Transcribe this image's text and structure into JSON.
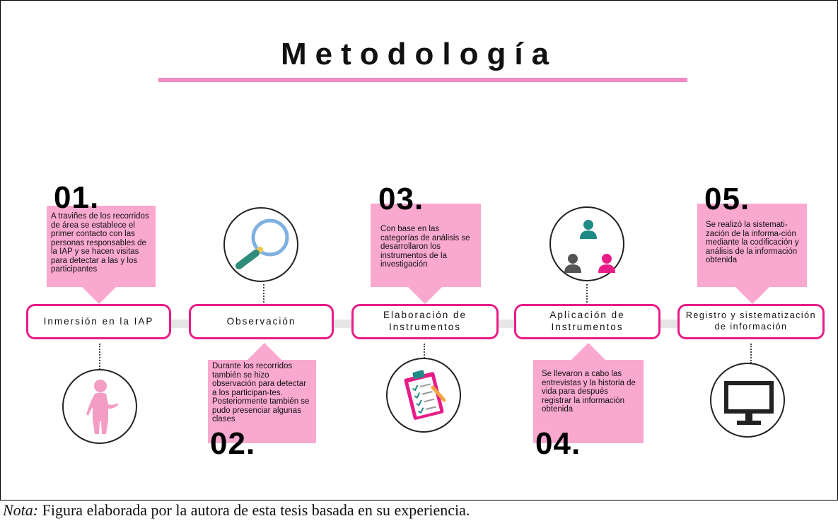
{
  "title": "Metodología",
  "steps": [
    {
      "number": "01.",
      "label": "Inmersión en la IAP",
      "text": "A traviñes de los recorridos de área se establece el primer contacto con las personas responsables de la IAP y se hacen visitas para detectar a las y los participantes",
      "icon": "person-icon"
    },
    {
      "number": "02.",
      "label": "Observación",
      "text": "Durante los recorridos también se hizo observación para detectar a los participan-tes. Posteriormente también se pudo presenciar algunas clases",
      "icon": "magnifier-icon"
    },
    {
      "number": "03.",
      "label": "Elaboración de\nInstrumentos",
      "text": "Con base en las categorías de análisis se desarrollaron los instrumentos de la investigación",
      "icon": "clipboard-icon"
    },
    {
      "number": "04.",
      "label": "Aplicación de\nInstrumentos",
      "text": "Se llevaron a cabo las entrevistas y la historia de vida para después registrar la información obtenida",
      "icon": "people-group-icon"
    },
    {
      "number": "05.",
      "label": "Registro y sistematización\nde información",
      "text": "Se realizó la sistemati-zación de la informa-ción mediante la codificación y análisis de la información obtenida",
      "icon": "monitor-icon"
    }
  ],
  "note": {
    "prefix": "Nota:",
    "text": " Figura elaborada por la autora de esta tesis basada en su experiencia."
  },
  "colors": {
    "accent": "#e81c87",
    "box": "#f9a8cf",
    "line": "#f28ac6",
    "teal": "#1f8a86",
    "gray": "#555555"
  }
}
